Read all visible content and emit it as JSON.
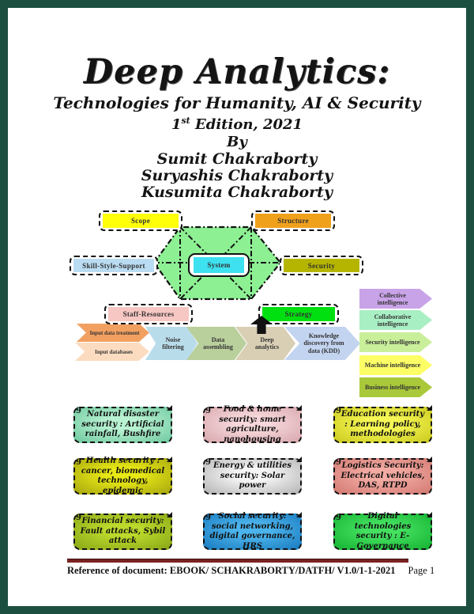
{
  "page_border_color": "#1d4f40",
  "title_block": {
    "title": "Deep Analytics:",
    "subtitle": "Technologies for Humanity, AI  & Security",
    "edition_number": "1",
    "edition_ordinal": "st",
    "edition_rest": " Edition, 2021",
    "by_label": "By",
    "authors": [
      "Sumit Chakraborty",
      "Suryashis Chakraborty",
      "Kusumita Chakraborty"
    ]
  },
  "seven_s_model": {
    "hexagon_fill": "#8df093",
    "nodes": {
      "scope": {
        "label": "Scope",
        "color": "#ffff0a"
      },
      "structure": {
        "label": "Structure",
        "color": "#f0a11c"
      },
      "skill": {
        "label": "Skill-Style-Support",
        "color": "#badcf2"
      },
      "system": {
        "label": "System",
        "color": "#3ee1ef"
      },
      "security": {
        "label": "Security",
        "color": "#b5b500"
      },
      "staff": {
        "label": "Staff-Resources",
        "color": "#f7c7c3"
      },
      "strategy": {
        "label": "Strategy",
        "color": "#00e010"
      }
    }
  },
  "pipeline": {
    "inputs": [
      {
        "label": "Input data treatment",
        "color": "#f2a061"
      },
      {
        "label": "Input databases",
        "color": "#fbdcc0"
      }
    ],
    "steps": [
      {
        "label": "Noise filtering",
        "color": "#b9dcea"
      },
      {
        "label": "Data assembling",
        "color": "#b9cf9c"
      },
      {
        "label": "Deep analytics",
        "color": "#d9cfb4"
      },
      {
        "label": "Knowledge discovery from data (KDD)",
        "color": "#c3d4f0"
      }
    ]
  },
  "intelligence_stack": [
    {
      "label": "Collective intelligence",
      "color": "#c9a3e8"
    },
    {
      "label": "Collaborative intelligence",
      "color": "#a9efc4"
    },
    {
      "label": "Security intelligence",
      "color": "#c9ef9a"
    },
    {
      "label": "Machine intelligence",
      "color": "#fdfd66"
    },
    {
      "label": "Business intelligence",
      "color": "#a9c93a"
    }
  ],
  "security_boxes": [
    {
      "label": "Natural disaster security : Artificial rainfall, Bushfire",
      "color_mid": "#b8f2d2",
      "color_edge": "#6fc9a0"
    },
    {
      "label": "Food & home security: smart agriculture, nanohousing",
      "color_mid": "#f6d7da",
      "color_edge": "#d8a8ae"
    },
    {
      "label": "Education security : Learning policy, methodologies",
      "color_mid": "#f6f655",
      "color_edge": "#caca1e"
    },
    {
      "label": "Health security : cancer, biomedical technology, epidemic",
      "color_mid": "#e8e816",
      "color_edge": "#a8a810"
    },
    {
      "label": "Energy & utilities security: Solar power",
      "color_mid": "#f5f5f5",
      "color_edge": "#b5b5b5"
    },
    {
      "label": "Logistics Security: Electrical vehicles, DAS, RTPD",
      "color_mid": "#f2aaa2",
      "color_edge": "#d37a72"
    },
    {
      "label": "Financial security: Fault attacks, Sybil attack",
      "color_mid": "#bcd92c",
      "color_edge": "#8aa818"
    },
    {
      "label": "Social security: social networking, digital governance, HRS",
      "color_mid": "#4cb4ec",
      "color_edge": "#1a7cc0"
    },
    {
      "label": "Digital technologies security : E-Governance",
      "color_mid": "#44e060",
      "color_edge": "#16b434"
    }
  ],
  "footer": {
    "reference": "Reference of document: EBOOK/ SCHAKRABORTY/DATFH/ V1.0/1-1-2021",
    "page": "Page 1"
  }
}
